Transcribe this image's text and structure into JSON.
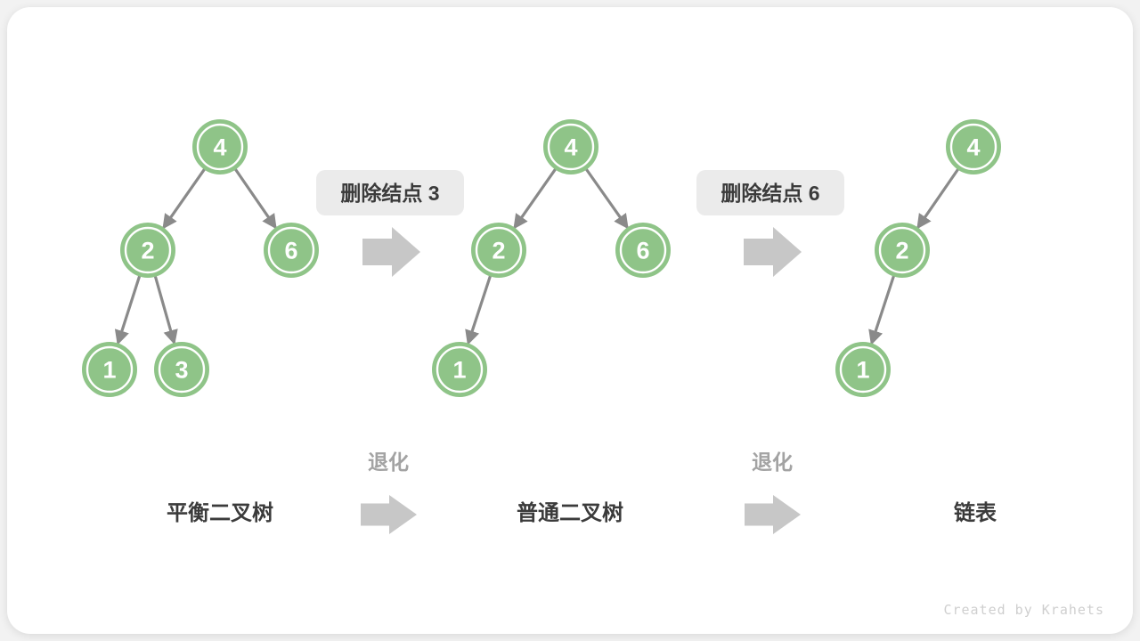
{
  "diagram": {
    "description": "Balanced binary tree degrading to a linked list via node deletions",
    "trees": [
      {
        "name": "平衡二叉树",
        "nodes": [
          "4",
          "2",
          "6",
          "1",
          "3"
        ],
        "edges": [
          "4-2",
          "4-6",
          "2-1",
          "2-3"
        ]
      },
      {
        "name": "普通二叉树",
        "nodes": [
          "4",
          "2",
          "6",
          "1"
        ],
        "edges": [
          "4-2",
          "4-6",
          "2-1"
        ]
      },
      {
        "name": "链表",
        "nodes": [
          "4",
          "2",
          "1"
        ],
        "edges": [
          "4-2",
          "2-1"
        ]
      }
    ],
    "operations": [
      {
        "label": "删除结点 3"
      },
      {
        "label": "删除结点 6"
      }
    ],
    "degrade_labels": [
      {
        "label": "退化"
      },
      {
        "label": "退化"
      }
    ],
    "watermark": "Created by Krahets",
    "colors": {
      "node_fill": "#8fc488",
      "node_ring": "#ffffff",
      "edge_gray": "#8a8a8a",
      "block_arrow_gray": "#c7c7c7",
      "label_background": "#ebebeb",
      "dark_text": "#3b3b3b",
      "muted_text": "#a3a3a3",
      "watermark_text": "#cfcfcf",
      "card_background": "#ffffff",
      "page_background": "#f2f2f2"
    }
  }
}
